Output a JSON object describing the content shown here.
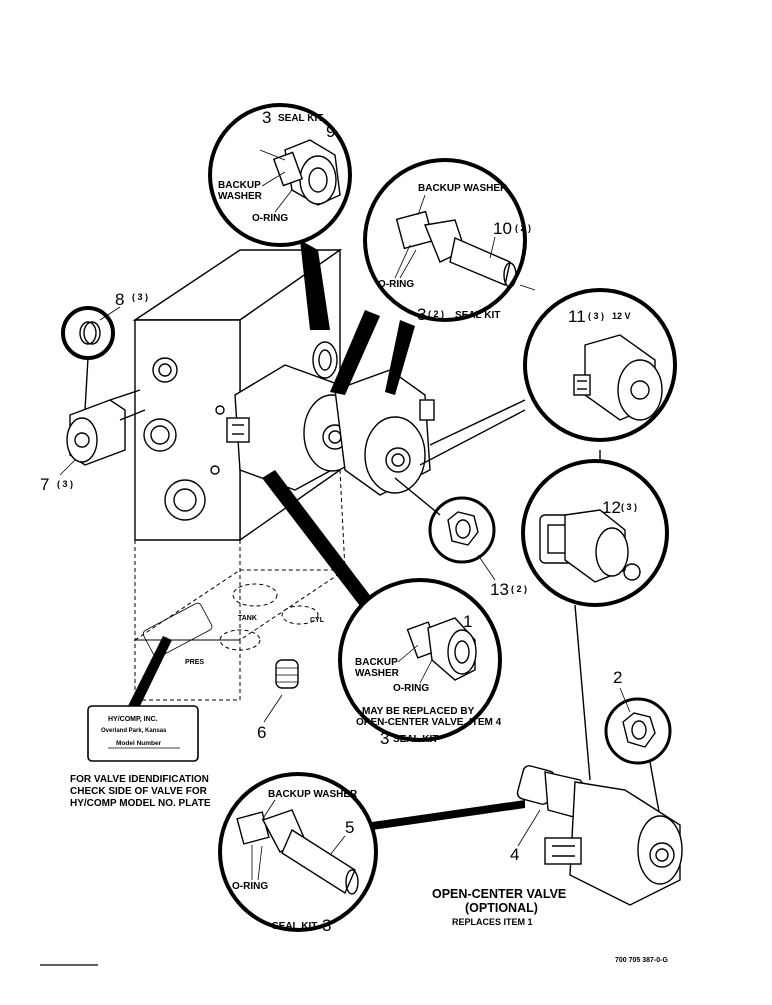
{
  "callouts": {
    "seal_kit_top": {
      "item": "3",
      "label": "SEAL KIT",
      "part": "9",
      "backup_washer": "BACKUP WASHER",
      "o_ring": "O-RING"
    },
    "seal_kit_second": {
      "backup_washer": "BACKUP WASHER",
      "part": "10",
      "qty": "( 2 )",
      "o_ring": "O-RING",
      "item": "3",
      "item_qty": "( 2 )",
      "label": "SEAL KIT"
    },
    "coil": {
      "part": "11",
      "qty": "( 3 )",
      "voltage": "12 V"
    },
    "coil_alt": {
      "part": "12",
      "qty": "( 3 )"
    },
    "nut_13": {
      "part": "13",
      "qty": "( 2 )"
    },
    "seal_kit_item1": {
      "part": "1",
      "backup_washer": "BACKUP WASHER",
      "o_ring": "O-RING",
      "note": "MAY BE REPLACED BY OPEN-CENTER VALVE, ITEM 4",
      "item": "3",
      "label": "SEAL KIT"
    },
    "seal_kit_item5": {
      "backup_washer": "BACKUP WASHER",
      "part": "5",
      "o_ring": "O-RING",
      "label": "SEAL KIT",
      "item": "3"
    }
  },
  "parts": {
    "ring_8": {
      "part": "8",
      "qty": "( 3 )"
    },
    "plug_7": {
      "part": "7",
      "qty": "( 3 )"
    },
    "plug_6": {
      "part": "6"
    },
    "nut_2": {
      "part": "2"
    },
    "valve_4": {
      "part": "4"
    }
  },
  "manifold": {
    "port_tank": "TANK",
    "port_cyl": "CYL",
    "port_pres": "PRES"
  },
  "nameplate": {
    "brand": "HY/COMP, INC.",
    "city": "Overland Park, Kansas",
    "model_label": "Model Number",
    "caption": [
      "FOR VALVE IDENDIFICATION",
      "CHECK SIDE OF VALVE FOR",
      "HY/COMP MODEL NO. PLATE"
    ]
  },
  "open_center": {
    "title": "OPEN-CENTER VALVE",
    "subtitle": "(OPTIONAL)",
    "note": "REPLACES ITEM 1"
  },
  "drawing_number": "700 705 387-0-G"
}
